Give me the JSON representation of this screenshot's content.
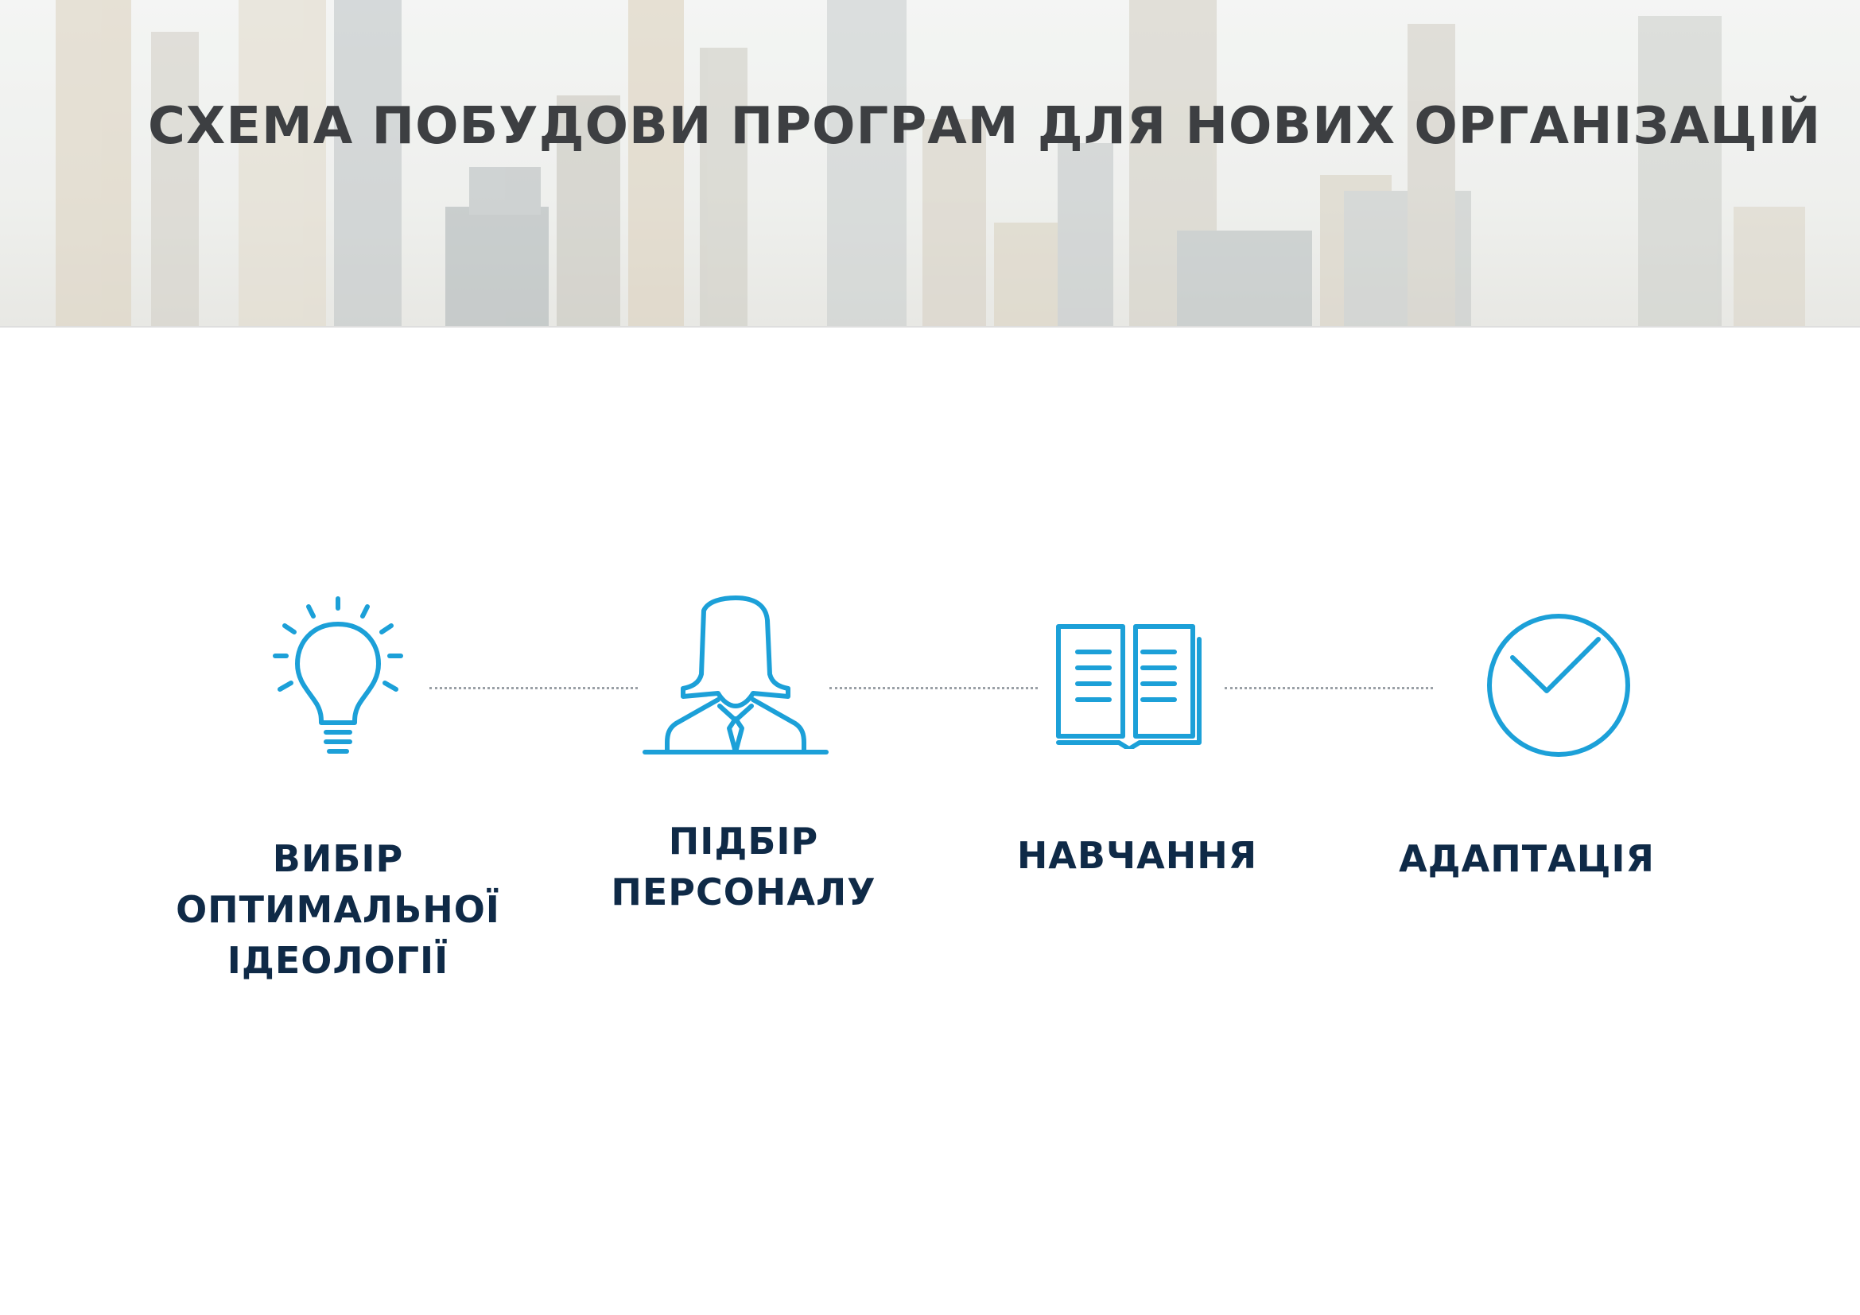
{
  "header": {
    "title": "СХЕМА ПОБУДОВИ ПРОГРАМ ДЛЯ НОВИХ ОРГАНІЗАЦІЙ",
    "background": "city-skyline-photo"
  },
  "colors": {
    "accent": "#1ca0d8",
    "label": "#0f2a47",
    "title": "#3d3f42",
    "connector": "#9aa0a6"
  },
  "steps": [
    {
      "icon": "lightbulb-icon",
      "label_lines": [
        "ВИБІР",
        "ОПТИМАЛЬНОЇ",
        "ІДЕОЛОГІЇ"
      ]
    },
    {
      "icon": "person-icon",
      "label_lines": [
        "ПІДБІР",
        "ПЕРСОНАЛУ"
      ]
    },
    {
      "icon": "open-book-icon",
      "label_lines": [
        "НАВЧАННЯ"
      ]
    },
    {
      "icon": "check-circle-icon",
      "label_lines": [
        "АДАПТАЦІЯ"
      ]
    }
  ]
}
